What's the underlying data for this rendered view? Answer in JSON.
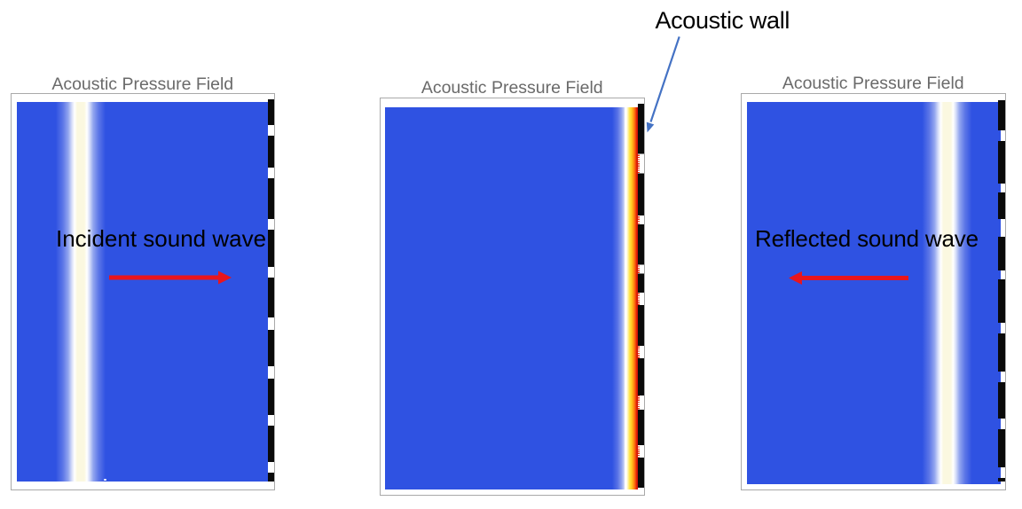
{
  "figure": {
    "annotation": {
      "label": "Acoustic wall",
      "arrow_color": "#4472c4"
    },
    "panels": [
      {
        "title": "Acoustic Pressure Field",
        "label": "Incident sound wave",
        "wave_direction": "right",
        "arrow_color": "#e9151d",
        "description": "blue pressure field with white incident wavefront band near left, dashed black wall at right edge"
      },
      {
        "title": "Acoustic Pressure Field",
        "label": "",
        "wave_direction": "none",
        "description": "blue pressure field with wave compressed at right wall: white-yellow-orange-red gradient against dashed black wall"
      },
      {
        "title": "Acoustic Pressure Field",
        "label": "Reflected sound wave",
        "wave_direction": "left",
        "arrow_color": "#e9151d",
        "description": "blue pressure field with white reflected wavefront band near right, dashed black wall at right edge"
      }
    ],
    "colors": {
      "field_blue": "#2f52e2",
      "wave_core": "#fbf7da",
      "hot_yellow": "#ffe24a",
      "hot_orange": "#ff9212",
      "hot_red": "#cf0f06",
      "wall_black": "#0a0a0a",
      "title_gray": "#6a6a6a",
      "panel_border": "#a9a9a9",
      "background": "#ffffff"
    }
  }
}
